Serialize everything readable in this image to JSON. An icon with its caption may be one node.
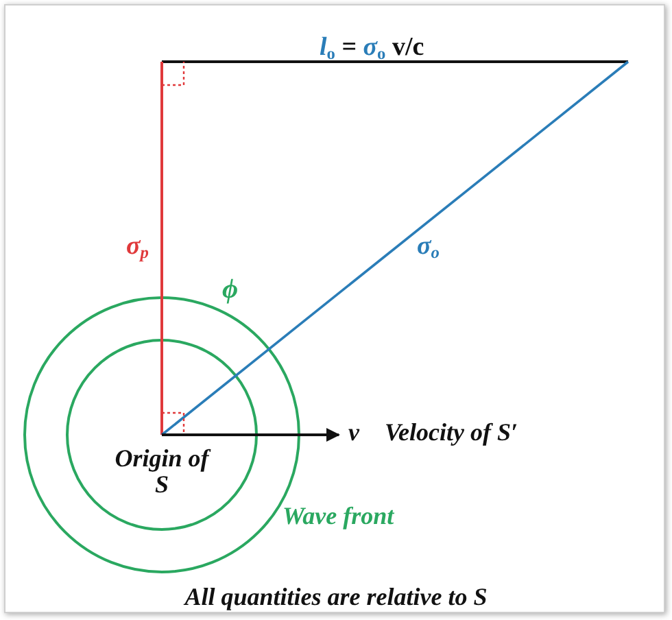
{
  "diagram": {
    "caption": "All quantities are relative to S",
    "labels": [
      "*l*$_{o}$ = *σ*$_{o}$ v/c",
      "σ$_{p}$",
      "σ$_{o}$",
      "ϕ",
      "v⃗  Velocity of S′",
      "Origin of S",
      "Wave front"
    ]
  }
}
